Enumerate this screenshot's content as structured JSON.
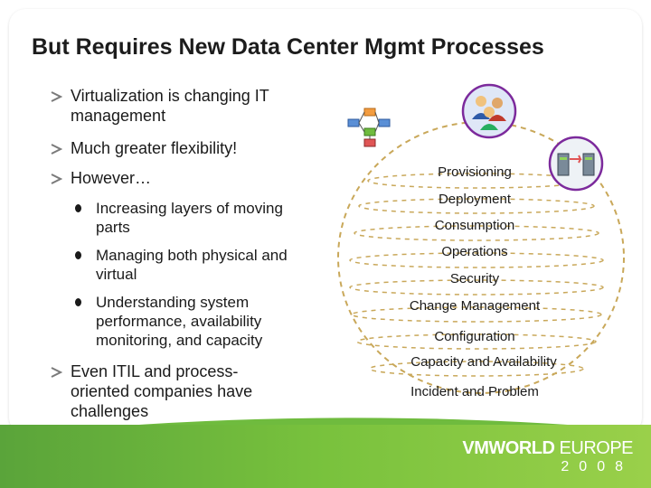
{
  "title": "But Requires New Data Center Mgmt Processes",
  "bullets": [
    {
      "text_line1": "Virtualization is changing IT",
      "text_line2": "management"
    },
    {
      "text_line1": "Much greater flexibility!"
    },
    {
      "text_line1": "However…"
    },
    {
      "text_line1": "Even ITIL and process-",
      "text_line2": "oriented companies have",
      "text_line3": "challenges"
    }
  ],
  "sub_bullets": [
    {
      "line1": "Increasing layers of moving",
      "line2": "parts"
    },
    {
      "line1": "Managing both physical and",
      "line2": "virtual"
    },
    {
      "line1": "Understanding system",
      "line2": "performance, availability",
      "line3": "monitoring, and capacity"
    }
  ],
  "cycle_items": [
    "Provisioning",
    "Deployment",
    "Consumption",
    "Operations",
    "Security",
    "Change Management",
    "Configuration",
    "Capacity and Availability",
    "Incident and Problem"
  ],
  "footer": {
    "brand_main": "VMWORLD",
    "brand_sub": "EUROPE",
    "year": "2008"
  },
  "colors": {
    "accent_green": "#6fbb3e",
    "orbit_dash": "#c9a85a",
    "bullet_arrow": "#7a7a7a"
  },
  "icons": [
    "network-diagram-icon",
    "people-group-icon",
    "server-migration-icon"
  ]
}
